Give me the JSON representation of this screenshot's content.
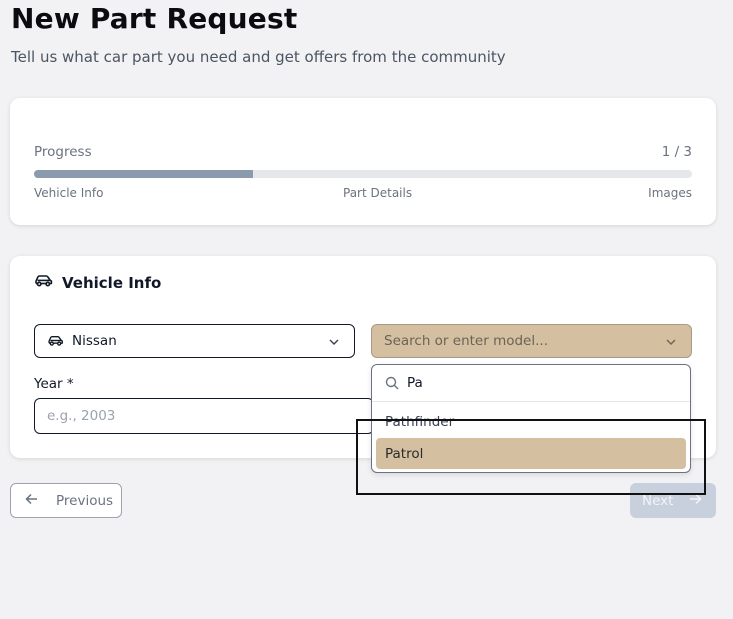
{
  "page": {
    "title": "New Part Request",
    "subtitle": "Tell us what car part you need and get offers from the community"
  },
  "progress": {
    "label": "Progress",
    "count": "1 / 3",
    "fraction": 0.333,
    "steps": [
      "Vehicle Info",
      "Part Details",
      "Images"
    ]
  },
  "vehicle": {
    "section_title": "Vehicle Info",
    "make_value": "Nissan",
    "model_placeholder": "Search or enter model...",
    "year_label": "Year *",
    "year_placeholder": "e.g., 2003"
  },
  "model_dropdown": {
    "search_value": "Pa",
    "options": [
      "Pathfinder",
      "Patrol"
    ],
    "highlighted": "Patrol"
  },
  "nav": {
    "previous_label": "Previous",
    "next_label": "Next"
  },
  "colors": {
    "accent_tan": "#d4c0a1",
    "progress_fill": "#8b9aad",
    "disabled_button": "#c7d0dc"
  }
}
